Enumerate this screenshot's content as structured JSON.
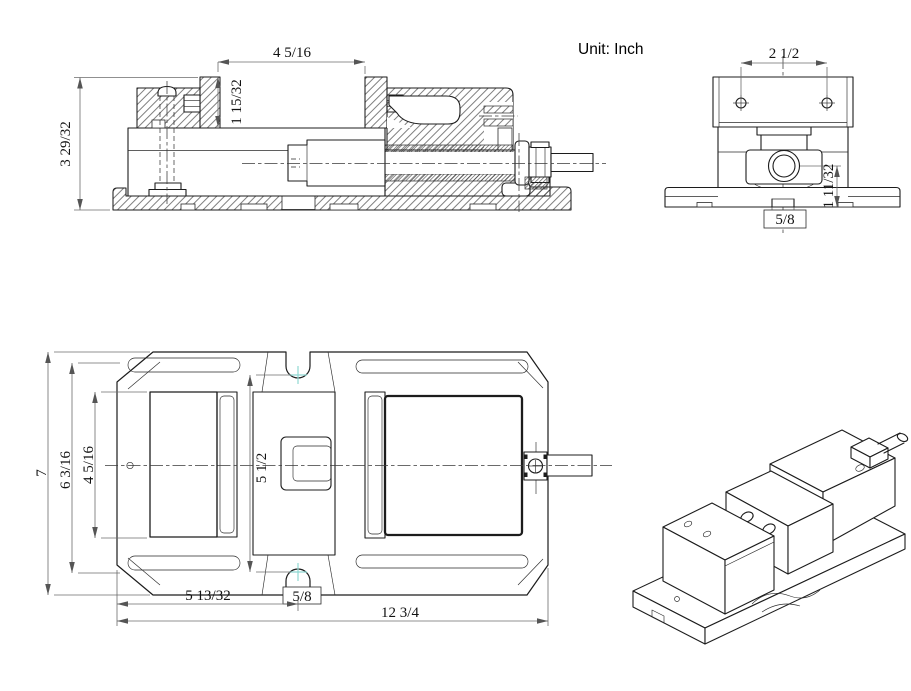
{
  "note": {
    "unit": "Unit: Inch"
  },
  "side_view": {
    "dim_jaw_opening": "4 5/16",
    "dim_jaw_plate_height": "1 15/32",
    "dim_overall_height": "3 29/32"
  },
  "end_view": {
    "dim_jaw_hole_spacing": "2 1/2",
    "dim_screw_center_height": "1 11/32",
    "dim_keyway_width": "5/8"
  },
  "plan_view": {
    "dim_overall_width": "7",
    "dim_base_width": "6 3/16",
    "dim_jaw_plate_width": "4 5/16",
    "dim_slot_spacing": "5 1/2",
    "dim_edge_to_slot": "5 13/32",
    "dim_overall_length": "12 3/4",
    "dim_slot_width": "5/8"
  },
  "colors": {
    "line": "#1c1c1c",
    "dimension": "#6b6b6b",
    "center_mark": "#8fd8d2",
    "background": "#ffffff"
  }
}
